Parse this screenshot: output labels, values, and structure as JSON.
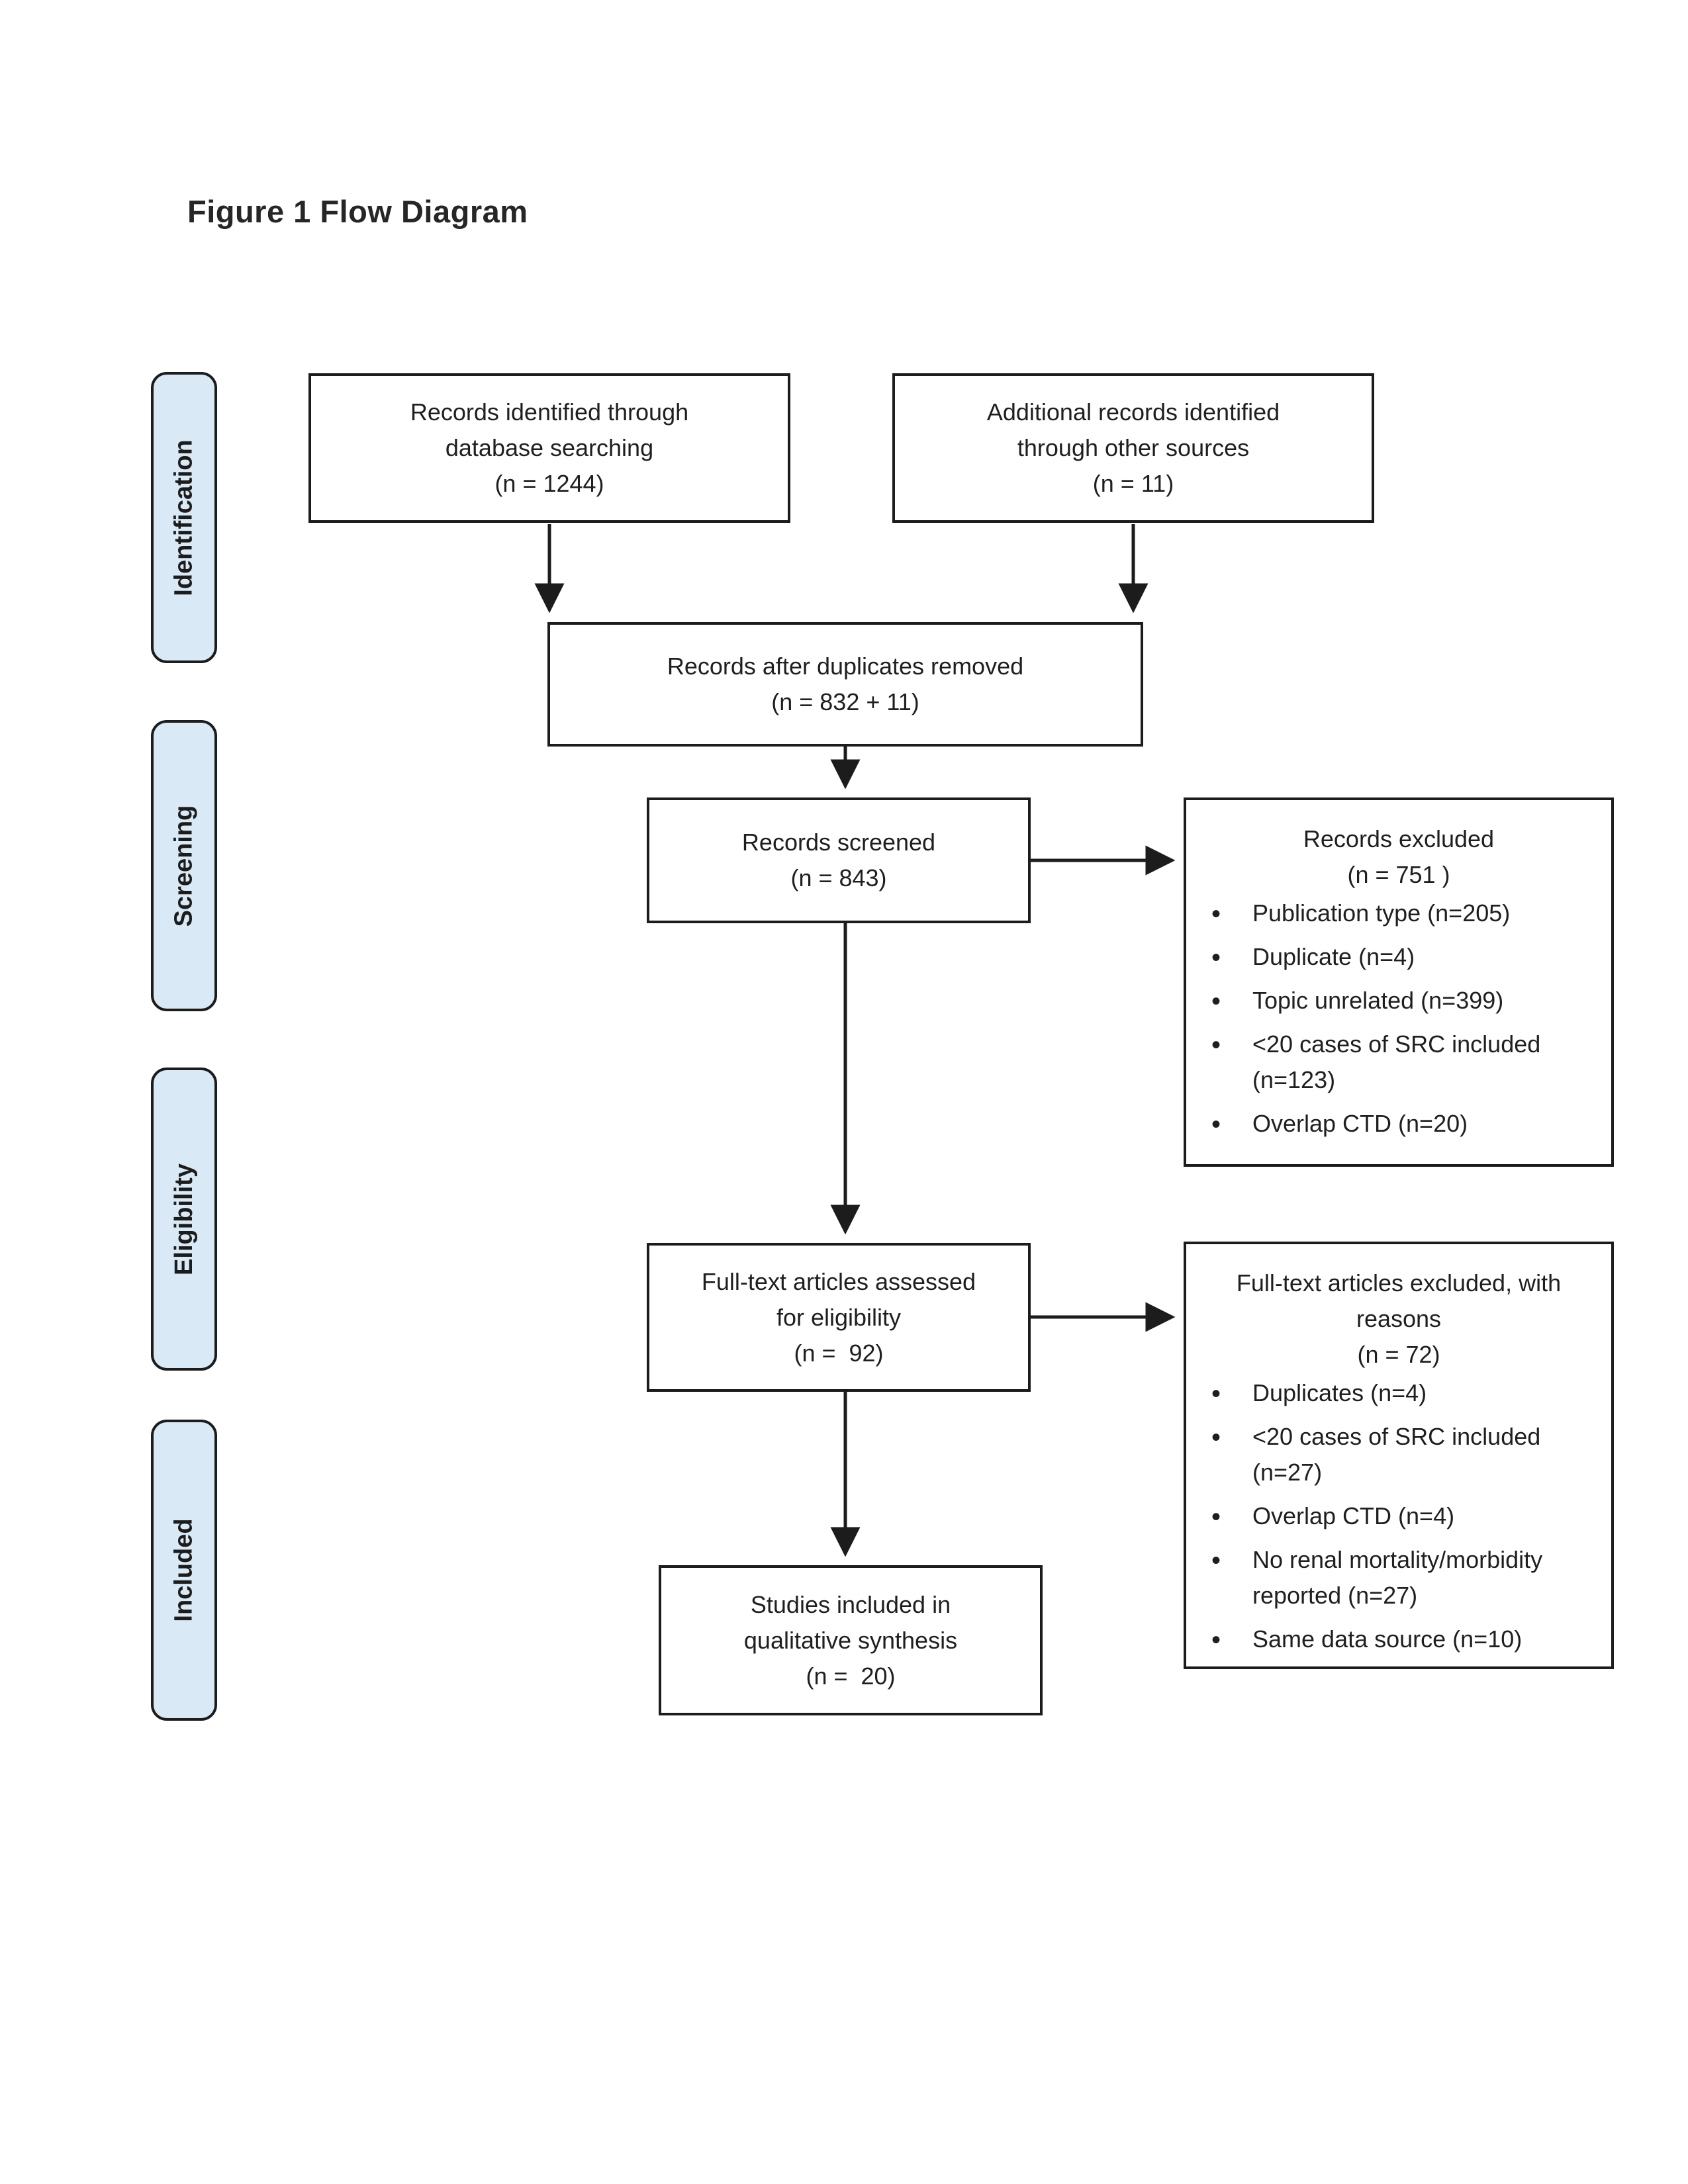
{
  "title": "Figure 1 Flow Diagram",
  "colors": {
    "sidebar_fill": "#d9eaf6",
    "line_color": "#1c1c1c"
  },
  "sidebar": {
    "labels": [
      "Identification",
      "Screening",
      "Eligibility",
      "Included"
    ]
  },
  "boxes": {
    "identified": {
      "lines": [
        "Records identified through",
        "database searching",
        "(n = 1244)"
      ]
    },
    "additional": {
      "lines": [
        "Additional records identified",
        "through other sources",
        "(n = 11)"
      ]
    },
    "duplicates_removed": {
      "lines": [
        "Records after duplicates removed",
        "(n = 832 + 11)"
      ]
    },
    "screened": {
      "lines": [
        "Records screened",
        "(n = 843)"
      ]
    },
    "records_excluded": {
      "title_lines": [
        "Records excluded",
        "(n = 751 )"
      ],
      "bullets": [
        "Publication type (n=205)",
        "Duplicate (n=4)",
        "Topic unrelated (n=399)",
        "<20 cases of SRC included (n=123)",
        "Overlap CTD (n=20)"
      ]
    },
    "fulltext_assessed": {
      "lines": [
        "Full-text articles assessed",
        "for eligibility",
        "(n =  92)"
      ]
    },
    "fulltext_excluded": {
      "title_lines": [
        "Full-text articles excluded, with",
        "reasons",
        "(n = 72)"
      ],
      "bullets": [
        "Duplicates (n=4)",
        "<20 cases of SRC included (n=27)",
        "Overlap CTD (n=4)",
        "No renal mortality/morbidity reported (n=27)",
        "Same data source (n=10)"
      ]
    },
    "included_studies": {
      "lines": [
        "Studies included in",
        "qualitative synthesis",
        "(n =  20)"
      ]
    }
  }
}
